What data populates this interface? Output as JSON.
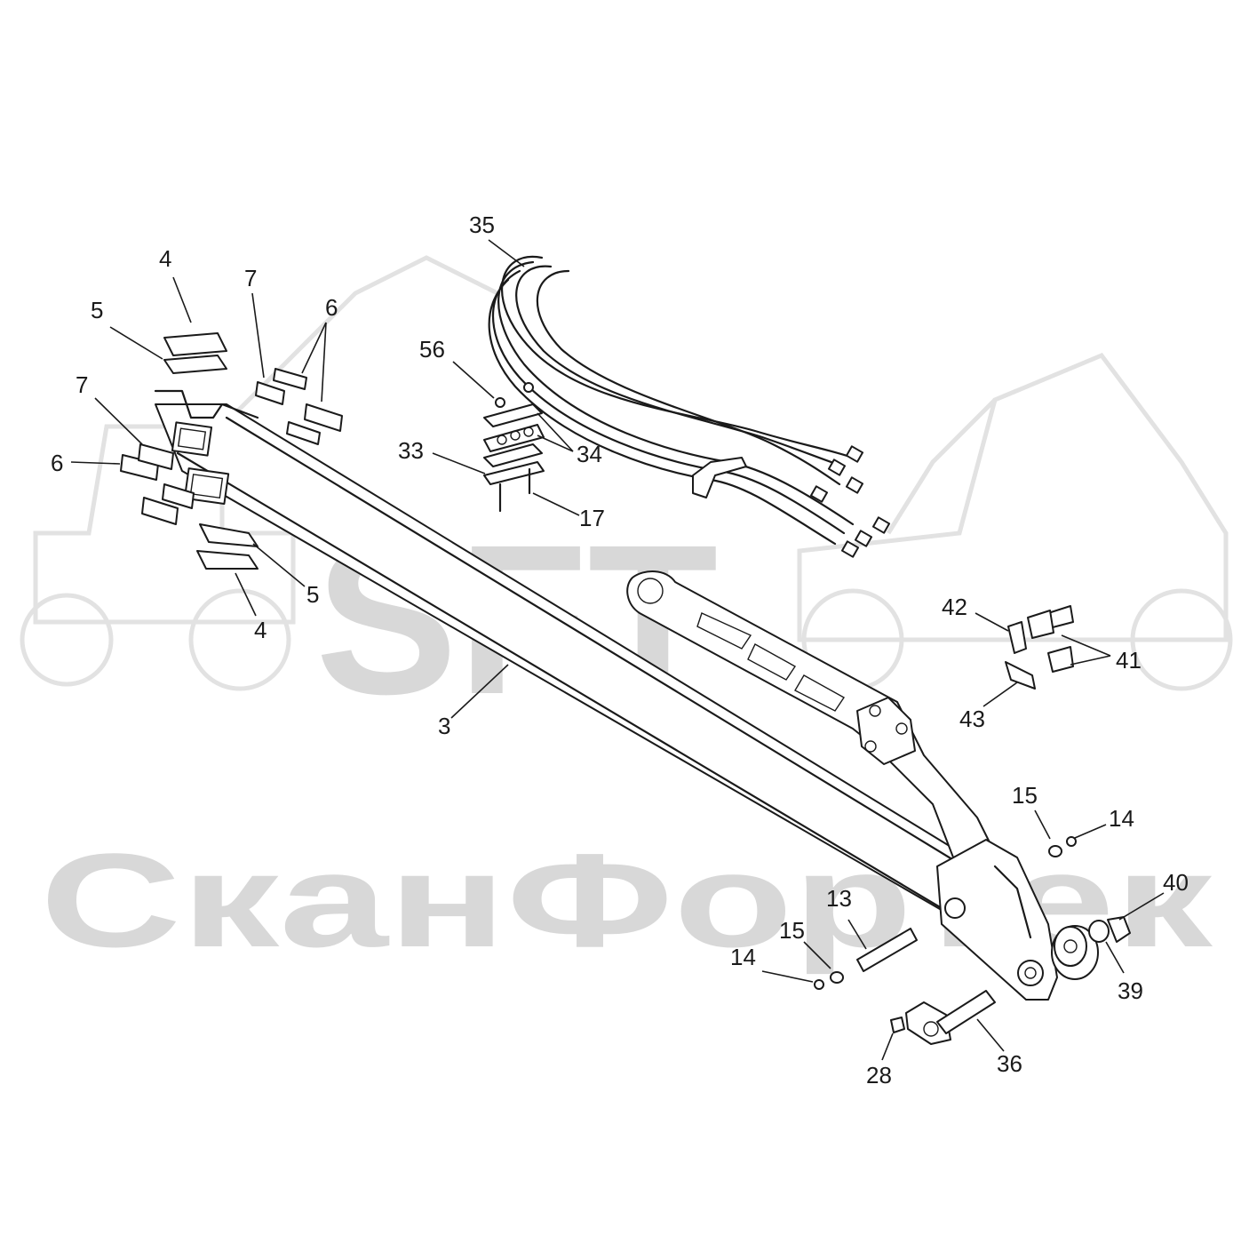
{
  "watermark": {
    "logo_text": "SFT",
    "company_name": "СканФортек"
  },
  "callouts": [
    {
      "id": "c35",
      "label": "35"
    },
    {
      "id": "c4a",
      "label": "4"
    },
    {
      "id": "c7a",
      "label": "7"
    },
    {
      "id": "c6a",
      "label": "6"
    },
    {
      "id": "c5a",
      "label": "5"
    },
    {
      "id": "c56",
      "label": "56"
    },
    {
      "id": "c7b",
      "label": "7"
    },
    {
      "id": "c33",
      "label": "33"
    },
    {
      "id": "c34",
      "label": "34"
    },
    {
      "id": "c6b",
      "label": "6"
    },
    {
      "id": "c17",
      "label": "17"
    },
    {
      "id": "c5b",
      "label": "5"
    },
    {
      "id": "c4b",
      "label": "4"
    },
    {
      "id": "c42",
      "label": "42"
    },
    {
      "id": "c41",
      "label": "41"
    },
    {
      "id": "c43",
      "label": "43"
    },
    {
      "id": "c3",
      "label": "3"
    },
    {
      "id": "c15a",
      "label": "15"
    },
    {
      "id": "c14a",
      "label": "14"
    },
    {
      "id": "c40",
      "label": "40"
    },
    {
      "id": "c13",
      "label": "13"
    },
    {
      "id": "c15b",
      "label": "15"
    },
    {
      "id": "c14b",
      "label": "14"
    },
    {
      "id": "c39",
      "label": "39"
    },
    {
      "id": "c36",
      "label": "36"
    },
    {
      "id": "c28",
      "label": "28"
    }
  ]
}
